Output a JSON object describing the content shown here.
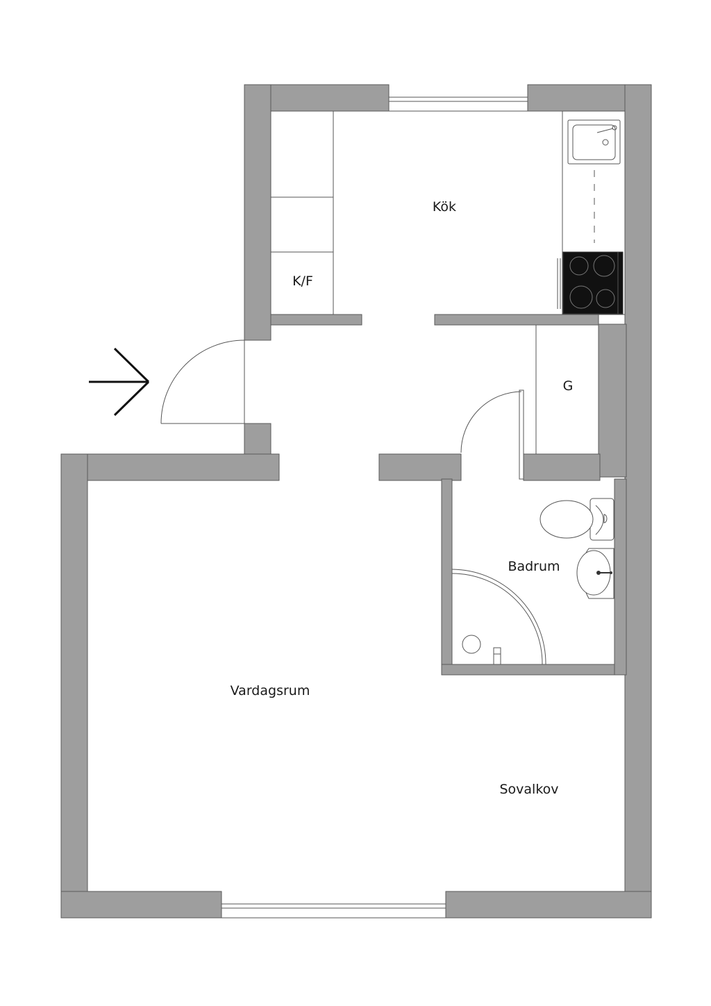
{
  "rooms": {
    "kitchen": "Kök",
    "fridge": "K/F",
    "wardrobe": "G",
    "bathroom": "Badrum",
    "living": "Vardagsrum",
    "alcove": "Sovalkov"
  },
  "colors": {
    "wall": "#9e9e9e",
    "wall_edge": "#5a5a5a",
    "line": "#555555",
    "stove": "#111111"
  },
  "icons": {
    "entrance": "arrow-right-icon",
    "sink": "kitchen-sink-icon",
    "stove": "stove-icon",
    "toilet": "toilet-icon",
    "washbasin": "washbasin-icon"
  }
}
